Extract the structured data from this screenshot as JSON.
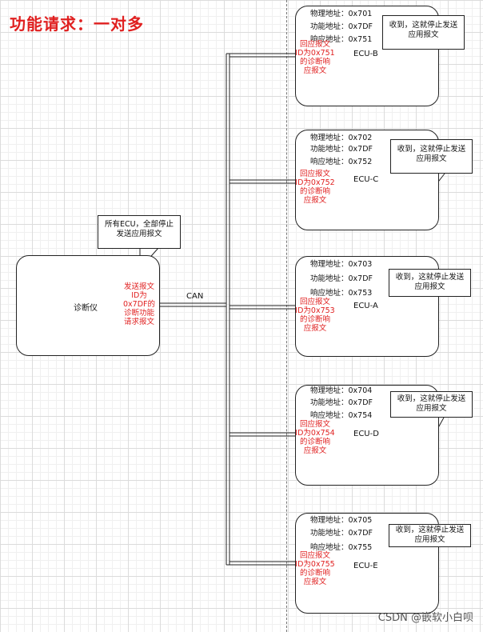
{
  "title": "功能请求：一对多",
  "tester": {
    "name": "诊断仪",
    "request": "发送报文\nID为\n0x7DF的\n诊断功能\n请求报文",
    "callout": "所有ECU，全部停止\n发送应用报文"
  },
  "bus_label": "CAN",
  "ecus": [
    {
      "name": "ECU-B",
      "physical": "物理地址：0x701",
      "functional": "功能地址：0x7DF",
      "response": "响应地址：0x751",
      "reply": "回应报文\nID为0x751\n的诊断响\n应报文",
      "callout": "收到，这就停止发送\n应用报文"
    },
    {
      "name": "ECU-C",
      "physical": "物理地址：0x702",
      "functional": "功能地址：0x7DF",
      "response": "响应地址：0x752",
      "reply": "回应报文\nID为0x752\n的诊断响\n应报文",
      "callout": "收到，这就停止发送\n应用报文"
    },
    {
      "name": "ECU-A",
      "physical": "物理地址：0x703",
      "functional": "功能地址：0x7DF",
      "response": "响应地址：0x753",
      "reply": "回应报文\nID为0x753\n的诊断响\n应报文",
      "callout": "收到，这就停止发送\n应用报文"
    },
    {
      "name": "ECU-D",
      "physical": "物理地址：0x704",
      "functional": "功能地址：0x7DF",
      "response": "响应地址：0x754",
      "reply": "回应报文\nID为0x754\n的诊断响\n应报文",
      "callout": "收到，这就停止发送\n应用报文"
    },
    {
      "name": "ECU-E",
      "physical": "物理地址：0x705",
      "functional": "功能地址：0x7DF",
      "response": "响应地址：0x755",
      "reply": "回应报文\nID为0x755\n的诊断响\n应报文",
      "callout": "收到，这就停止发送\n应用报文"
    }
  ],
  "watermark": "CSDN @嵌软小白呗"
}
